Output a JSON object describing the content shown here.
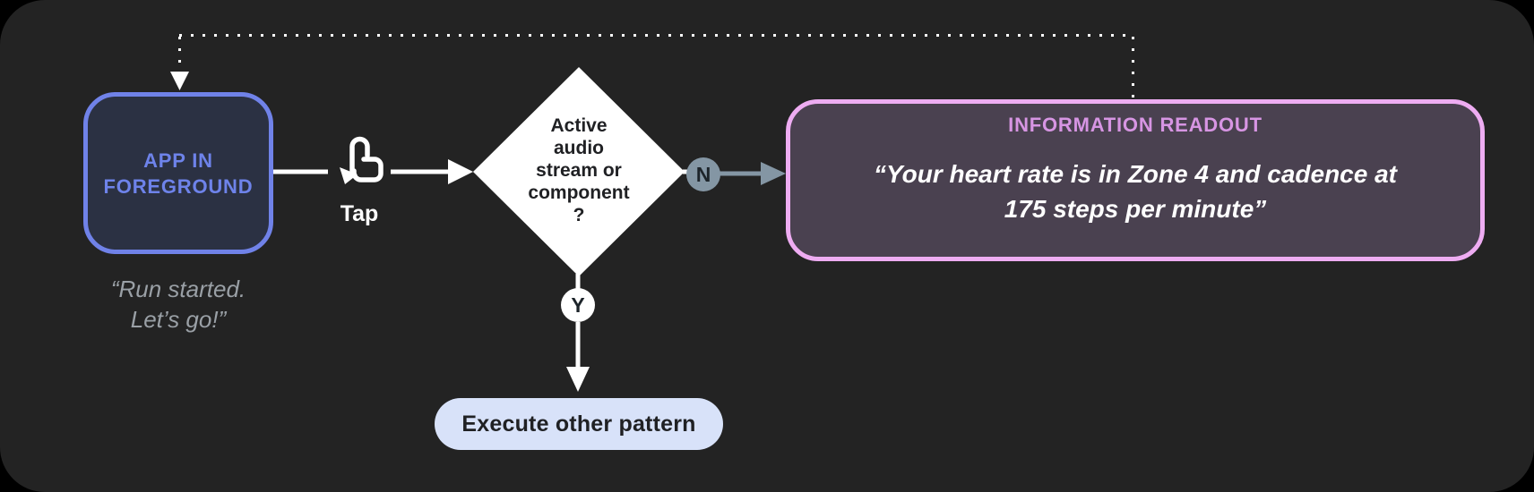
{
  "colors": {
    "canvas_bg": "#232323",
    "outer_bg": "#000000",
    "app_accent": "#7082e8",
    "app_fill": "#2b3143",
    "muted_text": "#9aa0a6",
    "slate_connector": "#8496a4",
    "readout_border": "#eeacf2",
    "readout_fill": "#4a4150",
    "readout_title": "#d795e3",
    "pill_bg": "#d8e2f9",
    "dark_text": "#202124",
    "line_white": "#ffffff"
  },
  "nodes": {
    "app": {
      "label_lines": [
        "APP IN",
        "FOREGROUND"
      ],
      "quote_lines": [
        "“Run started.",
        "Let’s go!”"
      ]
    },
    "tap": {
      "label": "Tap",
      "icon": "tap-gesture-icon"
    },
    "decision": {
      "label_lines": [
        "Active",
        "audio",
        "stream or",
        "component",
        "?"
      ]
    },
    "branch_no": {
      "label": "N"
    },
    "branch_yes": {
      "label": "Y"
    },
    "readout": {
      "title": "INFORMATION READOUT",
      "quote_lines": [
        "“Your heart rate is in Zone 4 and cadence at",
        "175 steps per minute”"
      ]
    },
    "execute": {
      "label": "Execute other pattern"
    }
  }
}
